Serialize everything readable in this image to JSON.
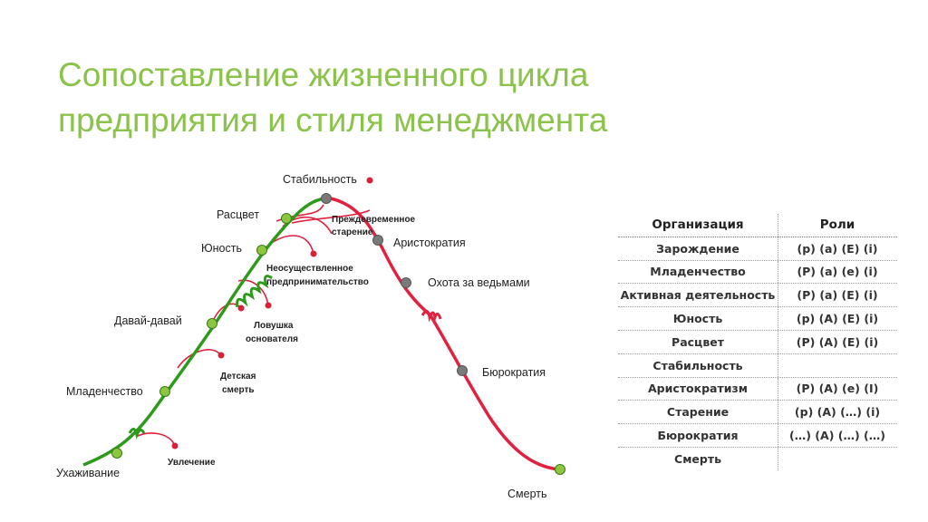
{
  "title": {
    "line1": "Сопоставление жизненного цикла",
    "line2": "предприятия и стиля менеджмента"
  },
  "diagram": {
    "stages": {
      "courtship": "Ухаживание",
      "infancy": "Младенчество",
      "go_go": "Давай-давай",
      "youth": "Юность",
      "prime": "Расцвет",
      "stability": "Стабильность",
      "aristocracy": "Аристократия",
      "witch_hunt": "Охота за ведьмами",
      "bureaucracy": "Бюрократия",
      "death": "Смерть"
    },
    "traps": {
      "affair": "Увлечение",
      "infant_mortality_1": "Детская",
      "infant_mortality_2": "смерть",
      "founder_trap_1": "Ловушка",
      "founder_trap_2": "основателя",
      "unfulfilled_1": "Неосуществленное",
      "unfulfilled_2": "предпринимательство",
      "premature_aging_1": "Преждевременное",
      "premature_aging_2": "старение"
    },
    "colors": {
      "growth": "#2e9a1c",
      "decline": "#e0213f",
      "node_green": "#8cc63f",
      "node_gray": "#7a7a7a",
      "trap_dot": "#d9213a"
    }
  },
  "table": {
    "headers": {
      "organization": "Организация",
      "roles": "Роли"
    },
    "rows": [
      {
        "org": "Зарождение",
        "roles": "(p) (a) (E) (i)"
      },
      {
        "org": "Младенчество",
        "roles": "(P) (a) (e) (i)"
      },
      {
        "org": "Активная деятельность",
        "roles": "(P) (a) (E) (i)"
      },
      {
        "org": "Юность",
        "roles": "(p) (A) (E) (i)"
      },
      {
        "org": "Расцвет",
        "roles": "(P) (A) (E) (i)"
      },
      {
        "org": "Стабильность",
        "roles": ""
      },
      {
        "org": "Аристократизм",
        "roles": "(P) (A) (e) (I)"
      },
      {
        "org": "Старение",
        "roles": "(p) (A) (…) (i)"
      },
      {
        "org": "Бюрократия",
        "roles": "(…) (A) (…) (…)"
      },
      {
        "org": "Смерть",
        "roles": ""
      }
    ]
  }
}
